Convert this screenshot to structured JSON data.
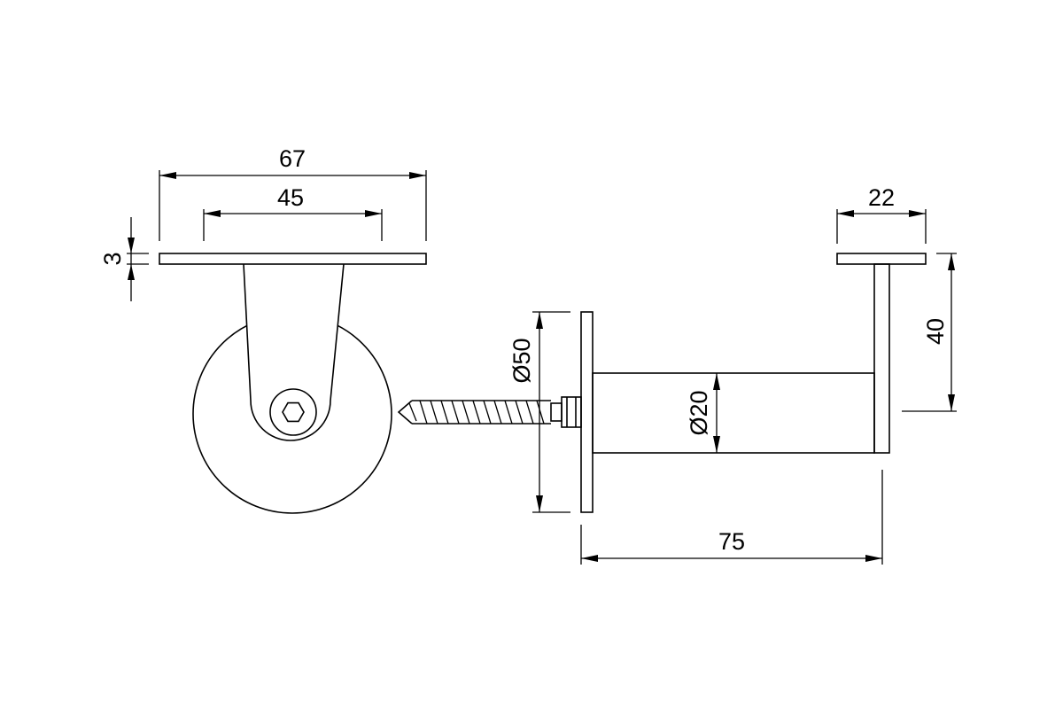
{
  "dimensions": {
    "plate_width": "67",
    "bolt_spacing": "45",
    "plate_thickness": "3",
    "top_plate_width": "22",
    "saddle_height": "40",
    "flange_diameter": "Ø50",
    "tube_diameter": "Ø20",
    "projection": "75"
  },
  "colors": {
    "line": "#000000",
    "background": "#ffffff"
  }
}
